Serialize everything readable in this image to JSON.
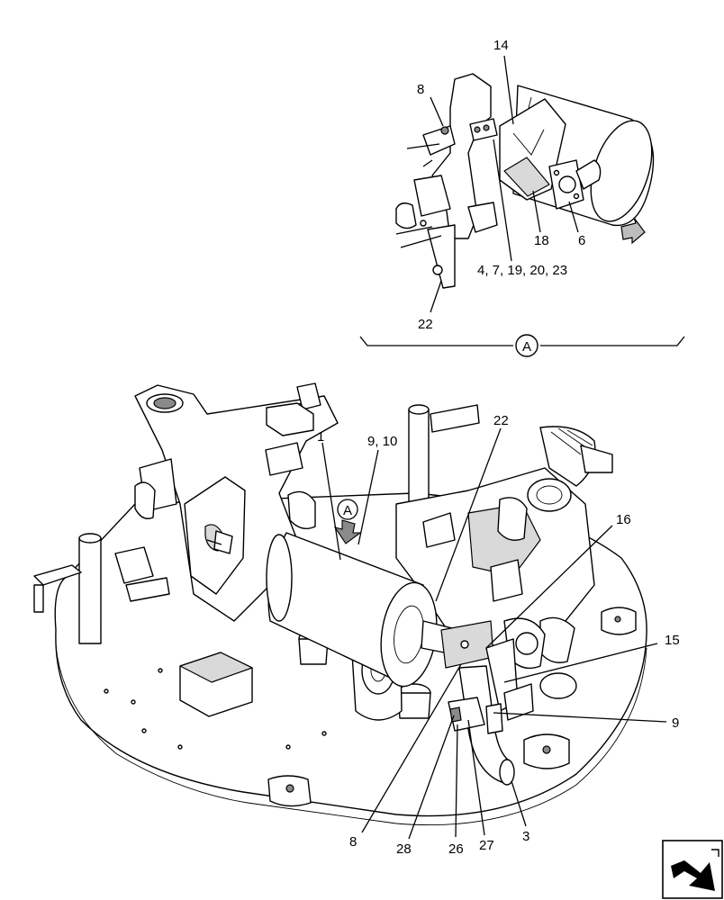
{
  "detail_view": {
    "marker": "A",
    "callouts": {
      "c14": "14",
      "c8": "8",
      "c18": "18",
      "c6": "6",
      "c4_list": "4, 7, 19, 20, 23",
      "c22": "22"
    }
  },
  "main_view": {
    "view_arrow_label": "A",
    "callouts": {
      "c1": "1",
      "c9_10": "9, 10",
      "c22": "22",
      "c16": "16",
      "c15": "15",
      "c9": "9",
      "c3": "3",
      "c27": "27",
      "c26": "26",
      "c28": "28",
      "c8": "8"
    }
  },
  "nav_icon": "navigation-arrow-icon"
}
